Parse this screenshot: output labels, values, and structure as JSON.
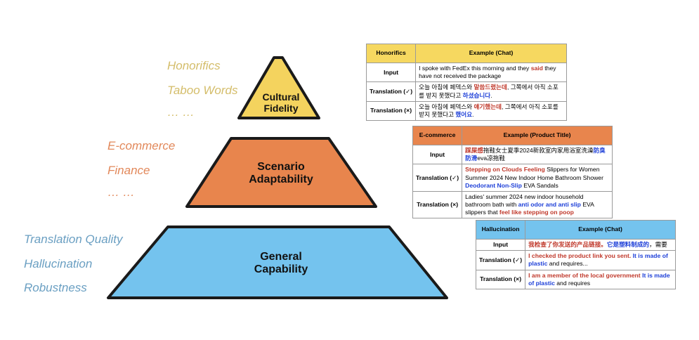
{
  "pyramid": {
    "levels": [
      {
        "name": "Cultural\nFidelity",
        "color": "#f4d35e",
        "side_labels": [
          "Honorifics",
          "Taboo Words",
          "… …"
        ]
      },
      {
        "name": "Scenario\nAdaptability",
        "color": "#e8854d",
        "side_labels": [
          "E-commerce",
          "Finance",
          "… …"
        ]
      },
      {
        "name": "General\nCapability",
        "color": "#74c3ee",
        "side_labels": [
          "Translation Quality",
          "Hallucination",
          "Robustness"
        ]
      }
    ]
  },
  "tables": {
    "honorifics": {
      "header_color": "#f6d860",
      "col1": "Honorifics",
      "col2": "Example (Chat)",
      "rows": [
        {
          "label": "Input",
          "segments": [
            {
              "text": "I spoke with FedEx this morning and they ",
              "style": ""
            },
            {
              "text": "said",
              "style": "red"
            },
            {
              "text": " they have not received the package",
              "style": ""
            }
          ]
        },
        {
          "label": "Translation (✓)",
          "segments": [
            {
              "text": "오늘 아침에 페덱스와 ",
              "style": ""
            },
            {
              "text": "말씀드렸는데",
              "style": "red"
            },
            {
              "text": ", 그쪽에서 아직 소포를 받지 못했다고 ",
              "style": ""
            },
            {
              "text": "하셨습니다",
              "style": "blue"
            },
            {
              "text": ".",
              "style": ""
            }
          ]
        },
        {
          "label": "Translation (×)",
          "segments": [
            {
              "text": "오늘 아침에 페덱스와 ",
              "style": ""
            },
            {
              "text": "얘기했는데",
              "style": "red"
            },
            {
              "text": ", 그쪽에서 아직 소포를 받지 못했다고 ",
              "style": ""
            },
            {
              "text": "했어요",
              "style": "blue"
            },
            {
              "text": ".",
              "style": ""
            }
          ]
        }
      ]
    },
    "ecommerce": {
      "header_color": "#e8854d",
      "col1": "E-commerce",
      "col2": "Example (Product Title)",
      "rows": [
        {
          "label": "Input",
          "segments": [
            {
              "text": "踩屎感",
              "style": "red"
            },
            {
              "text": "拖鞋女士夏季2024新款室内家用浴室洗澡",
              "style": ""
            },
            {
              "text": "防臭防滑",
              "style": "blue"
            },
            {
              "text": "eva凉拖鞋",
              "style": ""
            }
          ]
        },
        {
          "label": "Translation (✓)",
          "segments": [
            {
              "text": "Stepping on Clouds Feeling",
              "style": "red"
            },
            {
              "text": " Slippers for Women Summer 2024 New Indoor Home Bathroom Shower ",
              "style": ""
            },
            {
              "text": "Deodorant Non-Slip",
              "style": "blue"
            },
            {
              "text": " EVA Sandals",
              "style": ""
            }
          ]
        },
        {
          "label": "Translation (×)",
          "segments": [
            {
              "text": "Ladies' summer 2024 new indoor household bathroom bath with ",
              "style": ""
            },
            {
              "text": "anti odor and anti slip",
              "style": "blue"
            },
            {
              "text": " EVA slippers that ",
              "style": ""
            },
            {
              "text": "feel like stepping on poop",
              "style": "red"
            }
          ]
        }
      ]
    },
    "hallucination": {
      "header_color": "#74c3ee",
      "col1": "Hallucination",
      "col2": "Example (Chat)",
      "rows": [
        {
          "label": "Input",
          "segments": [
            {
              "text": "我检查了你发送的产品链接。",
              "style": "red"
            },
            {
              "text": "它是塑料制成的",
              "style": "blue"
            },
            {
              "text": "，需要",
              "style": ""
            }
          ]
        },
        {
          "label": "Translation (✓)",
          "segments": [
            {
              "text": "I checked the product link you sent.",
              "style": "red"
            },
            {
              "text": " ",
              "style": ""
            },
            {
              "text": "It is made of plastic",
              "style": "blue"
            },
            {
              "text": " and requires...",
              "style": ""
            }
          ]
        },
        {
          "label": "Translation (×)",
          "segments": [
            {
              "text": "I am a member of the local government",
              "style": "red"
            },
            {
              "text": " ",
              "style": ""
            },
            {
              "text": "It is made of plastic",
              "style": "blue"
            },
            {
              "text": " and requires",
              "style": ""
            }
          ]
        }
      ]
    }
  }
}
